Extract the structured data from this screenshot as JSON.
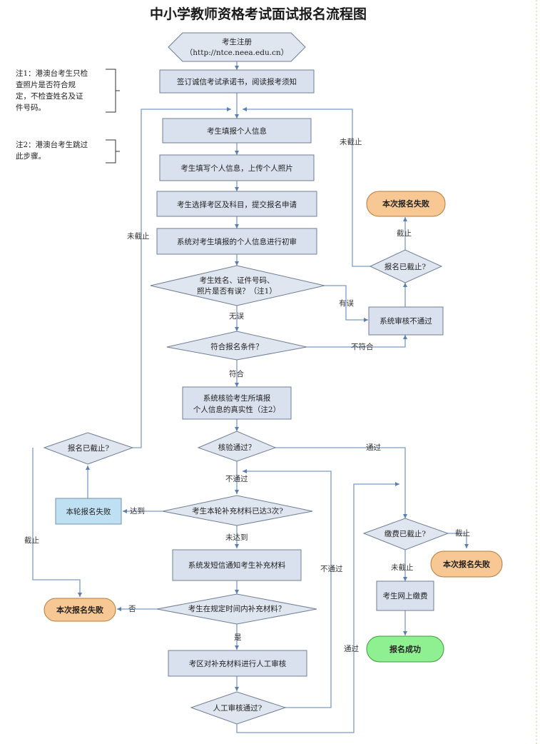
{
  "title": "中小学教师资格考试面试报名流程图",
  "notes": {
    "note1": [
      "注1：港澳台考生只检",
      "查照片是否符合规",
      "定，不检查姓名及证",
      "件号码。"
    ],
    "note2": [
      "注2：港澳台考生跳过",
      "此步骤。"
    ]
  },
  "nodes": {
    "register": [
      "考生注册",
      "（http://ntce.neea.edu.cn）"
    ],
    "sign_promise": "签订诚信考试承诺书，阅读报考须知",
    "fill_info": "考生填报个人信息",
    "fill_upload": "考生填写个人信息，上传个人照片",
    "select_area": "考生选择考区及科目，提交报名申请",
    "initial_review": "系统对考生填报的个人信息进行初审",
    "check_info": [
      "考生姓名、证件号码、",
      "照片是否有误？（注1）"
    ],
    "meets_conditions": "符合报名条件？",
    "verify_truth": [
      "系统核验考生所填报",
      "个人信息的真实性（注2）"
    ],
    "verify_pass": "核验通过？",
    "supplement_3": "考生本轮补充材料已达3次?",
    "sms_notify": "系统发短信通知考生补充材料",
    "supplement_in_time": "考生在规定时间内补充材料？",
    "manual_review": "考区对补充材料进行人工审核",
    "manual_pass": "人工审核通过?",
    "payment_deadline": "缴费已截止?",
    "online_payment": "考生网上缴费",
    "success": "报名成功",
    "system_fail": "系统审核不通过",
    "deadline_right": "报名已截止?",
    "fail_top": "本次报名失败",
    "fail_right": "本次报名失败",
    "fail_left": "本次报名失败",
    "round_fail": "本轮报名失败",
    "deadline_left": "报名已截止?"
  },
  "labels": {
    "not_deadline_top": "未截止",
    "deadline_top": "截止",
    "has_error": "有误",
    "no_error": "无误",
    "not_meet": "不符合",
    "meet": "符合",
    "pass": "通过",
    "not_pass": "不通过",
    "reached": "达到",
    "not_reached": "未达到",
    "not_pass_loop": "不通过",
    "no": "否",
    "yes": "是",
    "pass_bottom": "通过",
    "deadline_pay": "截止",
    "not_deadline_pay": "未截止",
    "not_deadline_left": "未截止",
    "deadline_left": "截止"
  }
}
